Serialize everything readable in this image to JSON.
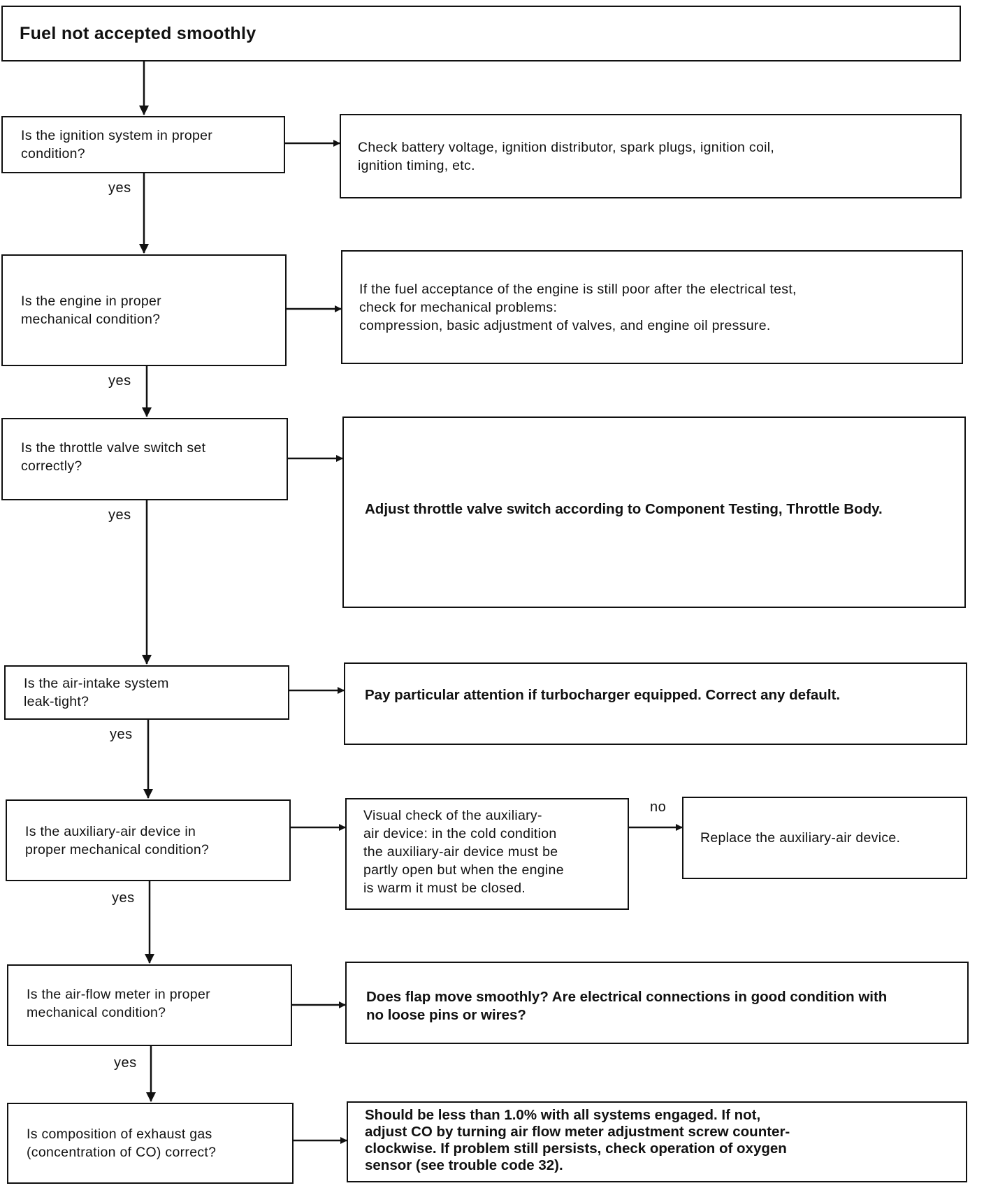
{
  "title": "Fuel not accepted smoothly",
  "steps": [
    {
      "question": "Is the ignition system in proper\ncondition?",
      "yes_label": "yes",
      "action": "Check battery voltage, ignition distributor, spark plugs, ignition coil,\nignition timing, etc."
    },
    {
      "question": "Is the engine in proper\nmechanical condition?",
      "yes_label": "yes",
      "action": "If the fuel acceptance of the engine is still poor after the electrical test,\ncheck for mechanical problems:\ncompression, basic adjustment of valves, and engine oil pressure."
    },
    {
      "question": "Is the throttle valve switch set\ncorrectly?",
      "yes_label": "yes",
      "action": "Adjust throttle valve switch according to Component Testing,  Throttle Body."
    },
    {
      "question": "Is the air-intake system\nleak-tight?",
      "yes_label": "yes",
      "action": "Pay particular attention if turbocharger equipped. Correct any default."
    },
    {
      "question": "Is the auxiliary-air device in\nproper mechanical condition?",
      "yes_label": "yes",
      "action": "Visual check of the auxiliary-\nair device: in the cold condition\nthe auxiliary-air device must be\npartly open but when the engine\nis warm it must be closed.",
      "no_label": "no",
      "no_action": "Replace the auxiliary-air device."
    },
    {
      "question": "Is the air-flow meter in proper\nmechanical condition?",
      "yes_label": "yes",
      "action": "Does flap move smoothly? Are electrical connections in good  condition with\nno loose pins or wires?"
    },
    {
      "question": "Is composition of exhaust gas\n(concentration of CO) correct?",
      "action": "Should be less than 1.0% with all systems engaged. If not,\nadjust CO by turning air flow meter adjustment screw counter-\nclockwise. If problem still persists, check operation of oxygen\nsensor (see trouble code 32)."
    }
  ]
}
